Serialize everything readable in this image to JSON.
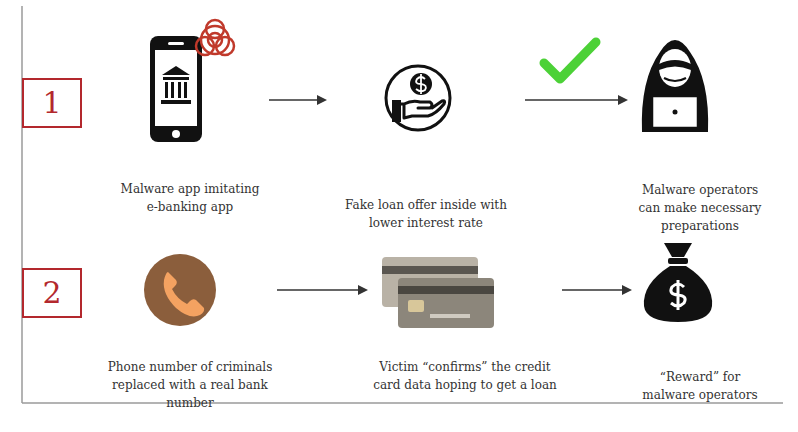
{
  "diagram": {
    "nodes": [
      {
        "text": [
          "1"
        ]
      },
      {
        "text": [
          "Malware app imitating e-banking app"
        ]
      },
      {
        "text": [
          "Fake loan offer inside with lower interest rate"
        ]
      },
      {
        "text": [
          "Malware operators can make necessary preparations"
        ]
      },
      {
        "text": [
          "2"
        ]
      },
      {
        "text": [
          "Phone number of criminals replaced with a real bank number"
        ]
      },
      {
        "text": [
          "Victim “confirms” the credit card data hoping to get a loan"
        ]
      },
      {
        "text": [
          "“Reward” for malware operators"
        ]
      }
    ],
    "edges": [
      {
        "from": 1,
        "to": 2,
        "arrow": "to"
      },
      {
        "from": 2,
        "to": 3,
        "arrow": "to"
      },
      {
        "from": 5,
        "to": 6,
        "arrow": "to"
      },
      {
        "from": 6,
        "to": 7,
        "arrow": "to"
      }
    ]
  }
}
